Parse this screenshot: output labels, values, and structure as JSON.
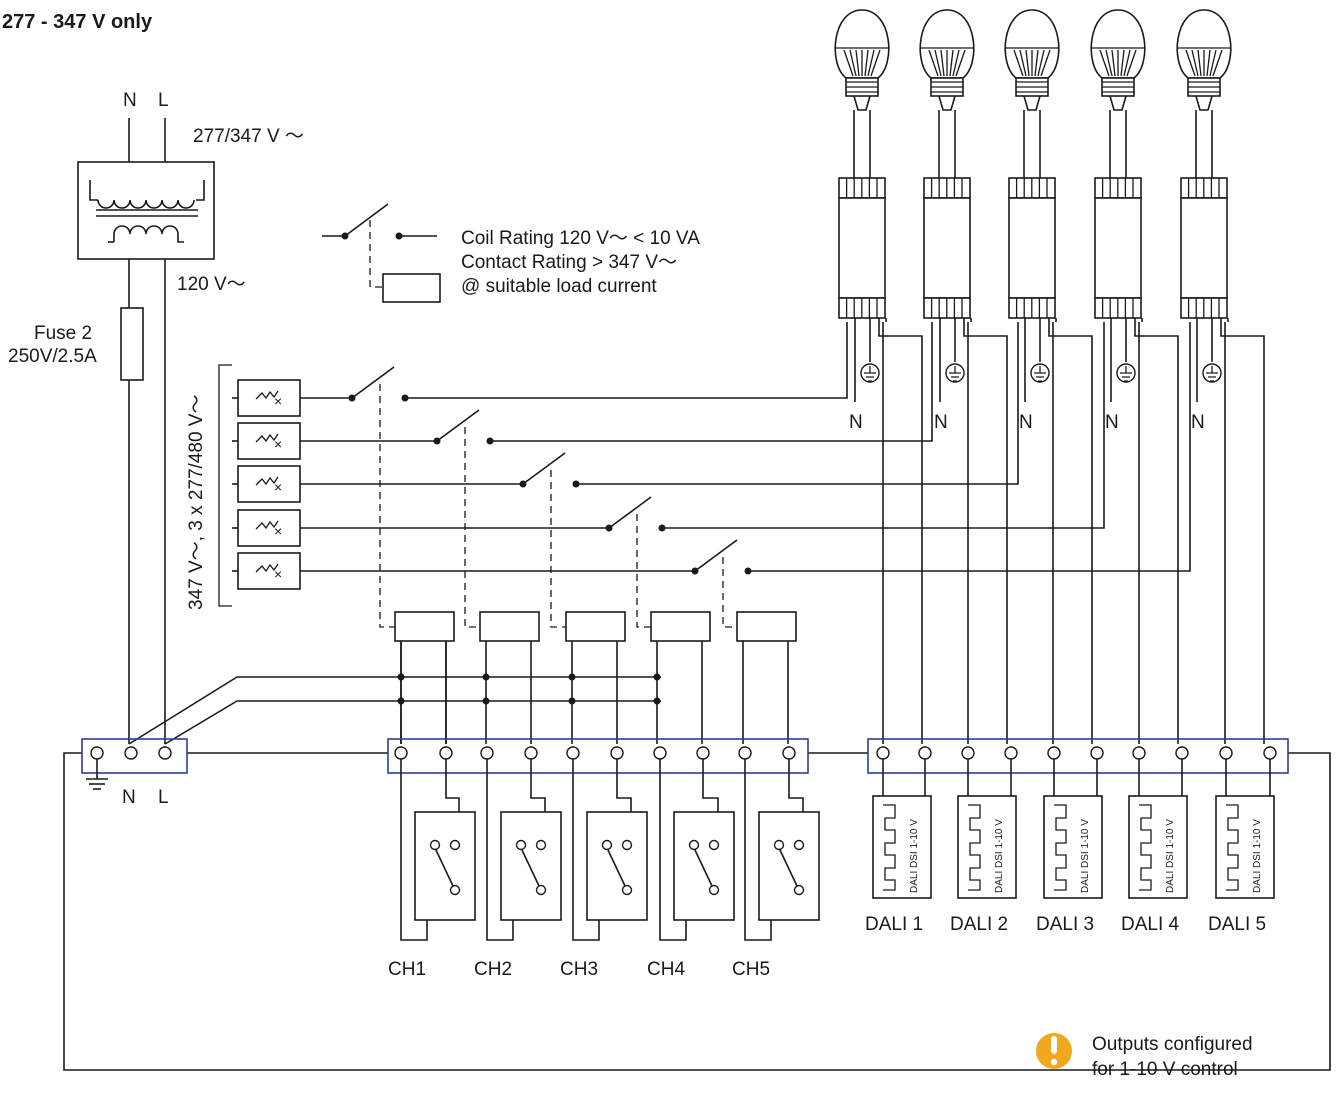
{
  "header": {
    "title": "277 - 347 V only"
  },
  "mains": {
    "neutral_label": "N",
    "line_label": "L",
    "input_voltage": "277/347 V ～",
    "secondary_voltage": "120 V～"
  },
  "fuse": {
    "line1": "Fuse 2",
    "line2": "250V/2.5A"
  },
  "relay_legend": {
    "coil_rating": "Coil Rating 120 V～  < 10 VA",
    "contact_rating": "Contact Rating > 347 V～",
    "load_note": "@ suitable load current"
  },
  "supply_label": "347 V～, 3 x 277/480 V～",
  "drivers": {
    "neutral_label": "N",
    "ground_symbol": "⏚"
  },
  "terminal_block": {
    "neutral_label": "N",
    "line_label": "L"
  },
  "channels": [
    "CH1",
    "CH2",
    "CH3",
    "CH4",
    "CH5"
  ],
  "dali_outputs": [
    {
      "label": "DALI 1",
      "mode": "DALI DSI 1-10 V"
    },
    {
      "label": "DALI 2",
      "mode": "DALI DSI 1-10 V"
    },
    {
      "label": "DALI 3",
      "mode": "DALI DSI 1-10 V"
    },
    {
      "label": "DALI 4",
      "mode": "DALI DSI 1-10 V"
    },
    {
      "label": "DALI 5",
      "mode": "DALI DSI 1-10 V"
    }
  ],
  "note": {
    "line1": "Outputs configured",
    "line2": "for 1-10 V control",
    "icon": "warning-icon",
    "icon_color": "#f0a81e"
  },
  "colors": {
    "terminal_strip": "#2f3d9b",
    "line": "#1a1a1a"
  }
}
